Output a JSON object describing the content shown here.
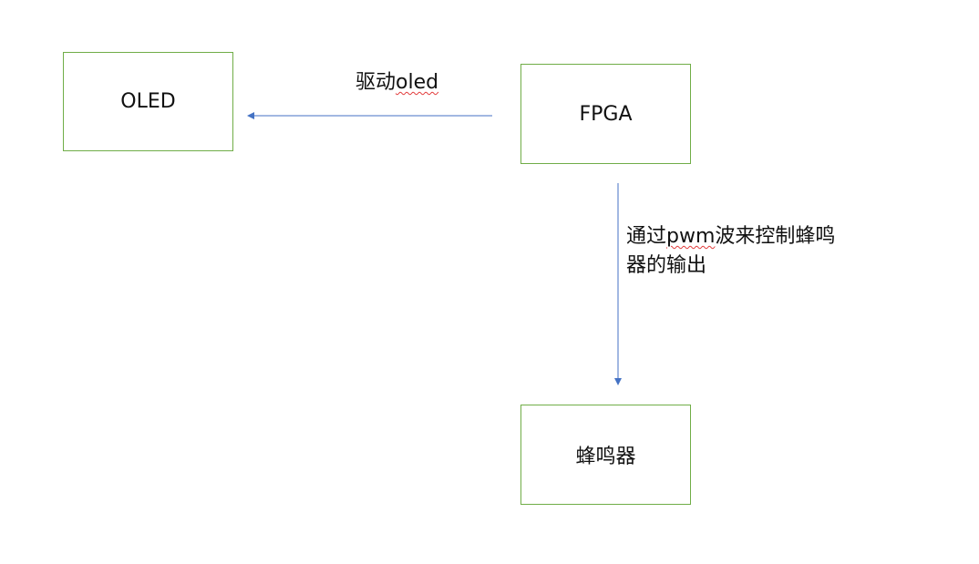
{
  "nodes": {
    "oled": "OLED",
    "fpga": "FPGA",
    "buzzer": "蜂鸣器"
  },
  "edges": {
    "fpga_to_oled": {
      "label_prefix": "驱动",
      "label_word": "oled"
    },
    "fpga_to_buzzer": {
      "label_prefix": "通过",
      "label_word": "pwm",
      "label_suffix": "波来控制蜂鸣\n器的输出"
    }
  },
  "colors": {
    "box_border": "#70ad47",
    "arrow": "#4472c4",
    "spellcheck_underline": "#e23b3b"
  }
}
